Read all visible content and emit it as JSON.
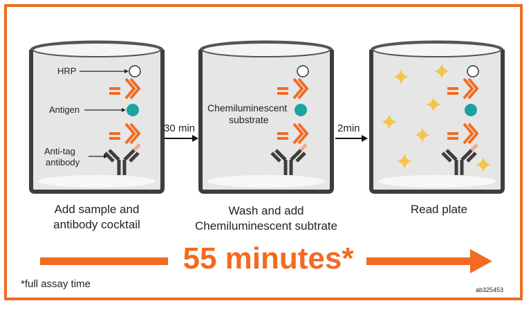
{
  "labels": {
    "hrp": "HRP",
    "antigen": "Antigen",
    "anti_tag_line1": "Anti-tag",
    "anti_tag_line2": "antibody",
    "chemi_line1": "Chemiluminescent",
    "chemi_line2": "substrate"
  },
  "arrows": {
    "first": "30 min",
    "second": "2min"
  },
  "steps": [
    {
      "line1": "Add sample and",
      "line2": "antibody cocktail"
    },
    {
      "line1": "Wash and add",
      "line2": "Chemiluminescent subtrate"
    },
    {
      "line1": "Read plate",
      "line2": ""
    }
  ],
  "total_time": "55 minutes*",
  "footnote": "*full assay time",
  "catalog_code": "ab325453",
  "colors": {
    "orange": "#f26b21",
    "teal": "#1aa39f",
    "dark": "#3d3d3d",
    "liquid": "#e6e6e6",
    "star": "#f3c54a"
  }
}
